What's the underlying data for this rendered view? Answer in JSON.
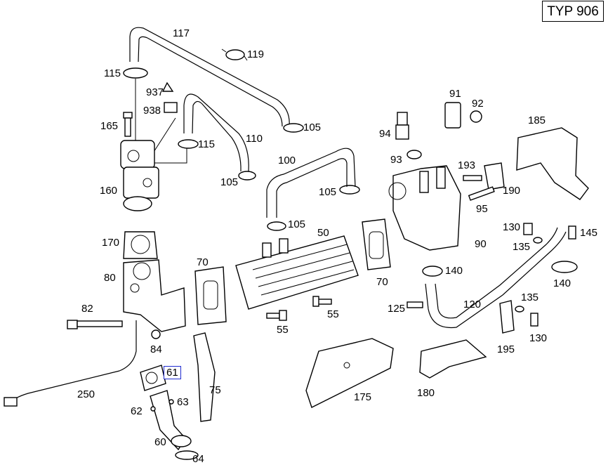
{
  "header": {
    "model_label": "TYP 906"
  },
  "callouts": [
    {
      "id": "117",
      "label": "117"
    },
    {
      "id": "119",
      "label": "119"
    },
    {
      "id": "115a",
      "label": "115"
    },
    {
      "id": "937",
      "label": "937"
    },
    {
      "id": "938",
      "label": "938"
    },
    {
      "id": "165",
      "label": "165"
    },
    {
      "id": "105a",
      "label": "105"
    },
    {
      "id": "110",
      "label": "110"
    },
    {
      "id": "115b",
      "label": "115"
    },
    {
      "id": "100",
      "label": "100"
    },
    {
      "id": "105b",
      "label": "105"
    },
    {
      "id": "105c",
      "label": "105"
    },
    {
      "id": "105d",
      "label": "105"
    },
    {
      "id": "160",
      "label": "160"
    },
    {
      "id": "170",
      "label": "170"
    },
    {
      "id": "50",
      "label": "50"
    },
    {
      "id": "80",
      "label": "80"
    },
    {
      "id": "70a",
      "label": "70"
    },
    {
      "id": "70b",
      "label": "70"
    },
    {
      "id": "82",
      "label": "82"
    },
    {
      "id": "84",
      "label": "84"
    },
    {
      "id": "55a",
      "label": "55"
    },
    {
      "id": "55b",
      "label": "55"
    },
    {
      "id": "61",
      "label": "61"
    },
    {
      "id": "250",
      "label": "250"
    },
    {
      "id": "75",
      "label": "75"
    },
    {
      "id": "62",
      "label": "62"
    },
    {
      "id": "63",
      "label": "63"
    },
    {
      "id": "60",
      "label": "60"
    },
    {
      "id": "64",
      "label": "64"
    },
    {
      "id": "91",
      "label": "91"
    },
    {
      "id": "92",
      "label": "92"
    },
    {
      "id": "94",
      "label": "94"
    },
    {
      "id": "93",
      "label": "93"
    },
    {
      "id": "185",
      "label": "185"
    },
    {
      "id": "193",
      "label": "193"
    },
    {
      "id": "190",
      "label": "190"
    },
    {
      "id": "95",
      "label": "95"
    },
    {
      "id": "90",
      "label": "90"
    },
    {
      "id": "130a",
      "label": "130"
    },
    {
      "id": "145",
      "label": "145"
    },
    {
      "id": "135a",
      "label": "135"
    },
    {
      "id": "140a",
      "label": "140"
    },
    {
      "id": "140b",
      "label": "140"
    },
    {
      "id": "125",
      "label": "125"
    },
    {
      "id": "120",
      "label": "120"
    },
    {
      "id": "135b",
      "label": "135"
    },
    {
      "id": "130b",
      "label": "130"
    },
    {
      "id": "195",
      "label": "195"
    },
    {
      "id": "175",
      "label": "175"
    },
    {
      "id": "180",
      "label": "180"
    }
  ],
  "highlighted_callout": "61",
  "colors": {
    "highlight_border": "#1f2bd0",
    "line": "#000000",
    "background": "#ffffff"
  }
}
